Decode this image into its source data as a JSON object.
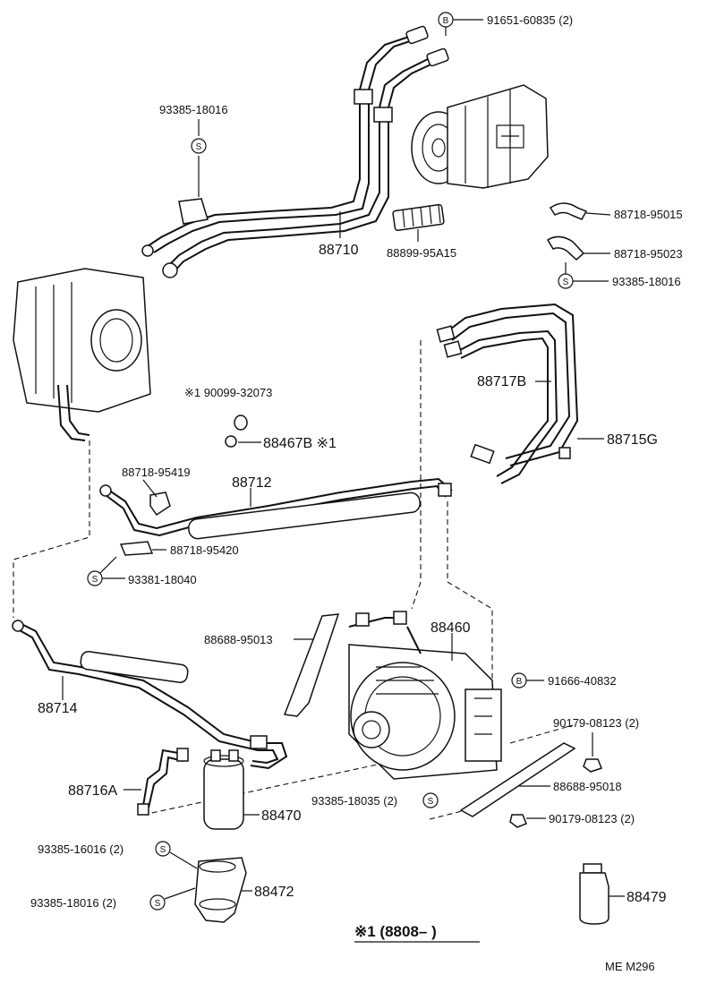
{
  "diagram": {
    "part_labels": {
      "bolt_91651": "91651-60835 (2)",
      "screw_93385_top": "93385-18016",
      "hose_88710": "88710",
      "cover_88899": "88899-95A15",
      "clamp_95015": "88718-95015",
      "clamp_95023": "88718-95023",
      "screw_93385_right": "93385-18016",
      "hose_88717b": "88717B",
      "hose_88715g": "88715G",
      "oring_90099": "※1 90099-32073",
      "oring_88467b": "88467B ※1",
      "clamp_95419": "88718-95419",
      "pipe_88712": "88712",
      "clamp_95420": "88718-95420",
      "screw_93381": "93381-18040",
      "condenser_88460": "88460",
      "bracket_95013": "88688-95013",
      "bolt_91666": "91666-40832",
      "nut_90179_a": "90179-08123 (2)",
      "pipe_88714": "88714",
      "pipe_88716a": "88716A",
      "bracket_95018": "88688-95018",
      "screw_93385_18035": "93385-18035 (2)",
      "nut_90179_b": "90179-08123 (2)",
      "receiver_88470": "88470",
      "screw_93385_16016": "93385-16016 (2)",
      "bracket_88472": "88472",
      "screw_93385_18016_b": "93385-18016 (2)",
      "tube_88479": "88479"
    },
    "symbols": {
      "bolt_mark": "B",
      "screw_mark": "S"
    },
    "footnote": "※1 (8808–   )",
    "page_code": "ME  M296"
  }
}
